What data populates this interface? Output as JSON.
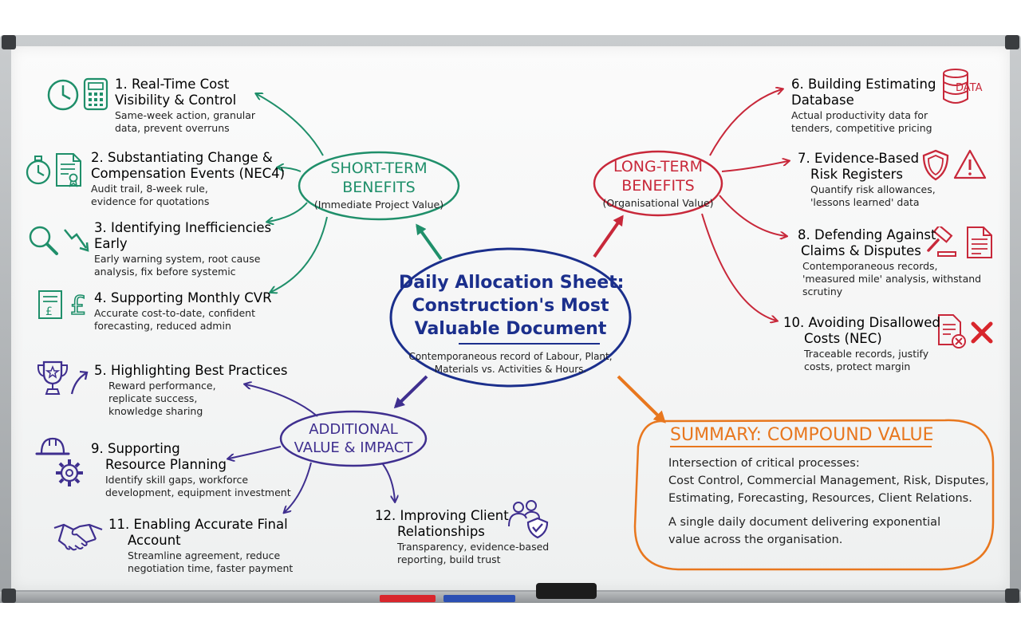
{
  "colors": {
    "green": "#1f8f6a",
    "red": "#c8283a",
    "navy": "#1b2f8c",
    "purple": "#3f2f8f",
    "orange": "#e8771e",
    "ink": "#222222"
  },
  "center": {
    "title_lines": [
      "Daily Allocation Sheet:",
      "Construction's Most",
      "Valuable Document"
    ],
    "subtitle_lines": [
      "Contemporaneous record of Labour, Plant,",
      "Materials vs. Activities & Hours."
    ]
  },
  "short_term": {
    "title_lines": [
      "SHORT-TERM",
      "BENEFITS"
    ],
    "subtitle": "(Immediate Project Value)",
    "items": [
      {
        "heading_lines": [
          "1. Real-Time Cost",
          "Visibility & Control"
        ],
        "detail_lines": [
          "Same-week action, granular",
          "data, prevent overruns"
        ],
        "icons": [
          "clock-icon",
          "calculator-icon"
        ]
      },
      {
        "heading_lines": [
          "2. Substantiating Change &",
          "Compensation Events (NEC4)"
        ],
        "detail_lines": [
          "Audit trail, 8-week rule,",
          "evidence for quotations"
        ],
        "icons": [
          "stopwatch-icon",
          "certificate-icon"
        ]
      },
      {
        "heading_lines": [
          "3. Identifying Inefficiencies",
          "Early"
        ],
        "detail_lines": [
          "Early warning system, root cause",
          "analysis, fix before systemic"
        ],
        "icons": [
          "magnifier-icon",
          "trend-down-icon"
        ]
      },
      {
        "heading_lines": [
          "4. Supporting Monthly CVR"
        ],
        "detail_lines": [
          "Accurate cost-to-date, confident",
          "forecasting, reduced admin"
        ],
        "icons": [
          "ledger-icon",
          "pound-icon"
        ]
      }
    ]
  },
  "long_term": {
    "title_lines": [
      "LONG-TERM",
      "BENEFITS"
    ],
    "subtitle": "(Organisational Value)",
    "items": [
      {
        "heading_lines": [
          "6. Building Estimating",
          "Database"
        ],
        "detail_lines": [
          "Actual productivity data for",
          "tenders, competitive pricing"
        ],
        "icons": [
          "database-icon"
        ],
        "icon_text": "DATA"
      },
      {
        "heading_lines": [
          "7. Evidence-Based",
          "Risk Registers"
        ],
        "detail_lines": [
          "Quantify risk allowances,",
          "'lessons learned' data"
        ],
        "icons": [
          "shield-icon",
          "warning-icon"
        ]
      },
      {
        "heading_lines": [
          "8. Defending Against",
          "Claims & Disputes"
        ],
        "detail_lines": [
          "Contemporaneous records,",
          "'measured mile' analysis, withstand",
          "scrutiny"
        ],
        "icons": [
          "gavel-icon",
          "document-icon"
        ]
      },
      {
        "heading_lines": [
          "10. Avoiding Disallowed",
          "Costs (NEC)"
        ],
        "detail_lines": [
          "Traceable records, justify",
          "costs, protect margin"
        ],
        "icons": [
          "rejected-document-icon",
          "cross-icon"
        ]
      }
    ]
  },
  "additional": {
    "title_lines": [
      "ADDITIONAL",
      "VALUE & IMPACT"
    ],
    "items": [
      {
        "heading_lines": [
          "5. Highlighting Best Practices"
        ],
        "detail_lines": [
          "Reward performance,",
          "replicate success,",
          "knowledge sharing"
        ],
        "icons": [
          "trophy-icon",
          "growth-arrow-icon"
        ]
      },
      {
        "heading_lines": [
          "9. Supporting",
          "Resource Planning"
        ],
        "detail_lines": [
          "Identify skill gaps, workforce",
          "development, equipment investment"
        ],
        "icons": [
          "hardhat-icon",
          "gear-icon"
        ]
      },
      {
        "heading_lines": [
          "11. Enabling Accurate Final",
          "Account"
        ],
        "detail_lines": [
          "Streamline agreement, reduce",
          "negotiation time, faster payment"
        ],
        "icons": [
          "handshake-icon"
        ]
      },
      {
        "heading_lines": [
          "12. Improving Client",
          "Relationships"
        ],
        "detail_lines": [
          "Transparency, evidence-based",
          "reporting, build trust"
        ],
        "icons": [
          "client-shield-icon"
        ]
      }
    ]
  },
  "summary": {
    "title": "SUMMARY: COMPOUND VALUE",
    "lines": [
      "Intersection of critical processes:",
      "Cost Control, Commercial Management, Risk, Disputes,",
      "Estimating, Forecasting, Resources, Client Relations."
    ],
    "closing_lines": [
      "A single daily document delivering exponential",
      "value across the organisation."
    ]
  }
}
